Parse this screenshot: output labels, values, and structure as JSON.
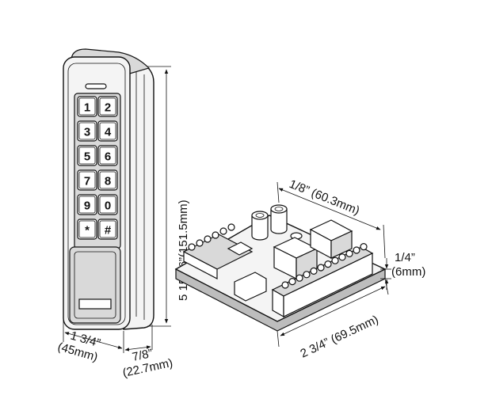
{
  "keypad": {
    "keys": [
      "1",
      "2",
      "3",
      "4",
      "5",
      "6",
      "7",
      "8",
      "9",
      "0",
      "*",
      "#"
    ]
  },
  "dimensions": {
    "keypad_height": "5 15/16”(151.5mm)",
    "keypad_width_in": "1 3/4”",
    "keypad_width_mm": "(45mm)",
    "keypad_depth_in": "7/8”",
    "keypad_depth_mm": "(22.7mm)",
    "board_top": "1/8” (60.3mm)",
    "board_height_in": "1/4”",
    "board_height_mm": "(6mm)",
    "board_length": "2 3/4” (69.5mm)"
  }
}
